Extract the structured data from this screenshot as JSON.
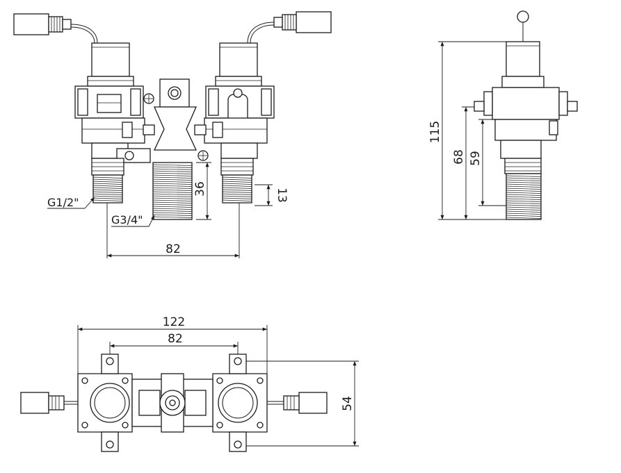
{
  "front_view": {
    "label_half_inch": "G1/2\"",
    "label_three_quarter_inch": "G3/4\"",
    "dim_outlet_spacing": "82",
    "dim_center_thread": "36",
    "dim_side_thread": "13"
  },
  "side_view": {
    "dim_total_height": "115",
    "dim_height_68": "68",
    "dim_height_59": "59"
  },
  "top_view": {
    "dim_total_width": "122",
    "dim_outlet_spacing": "82",
    "dim_depth": "54"
  },
  "colors": {
    "line": "#1a1a1a",
    "background": "#ffffff"
  }
}
